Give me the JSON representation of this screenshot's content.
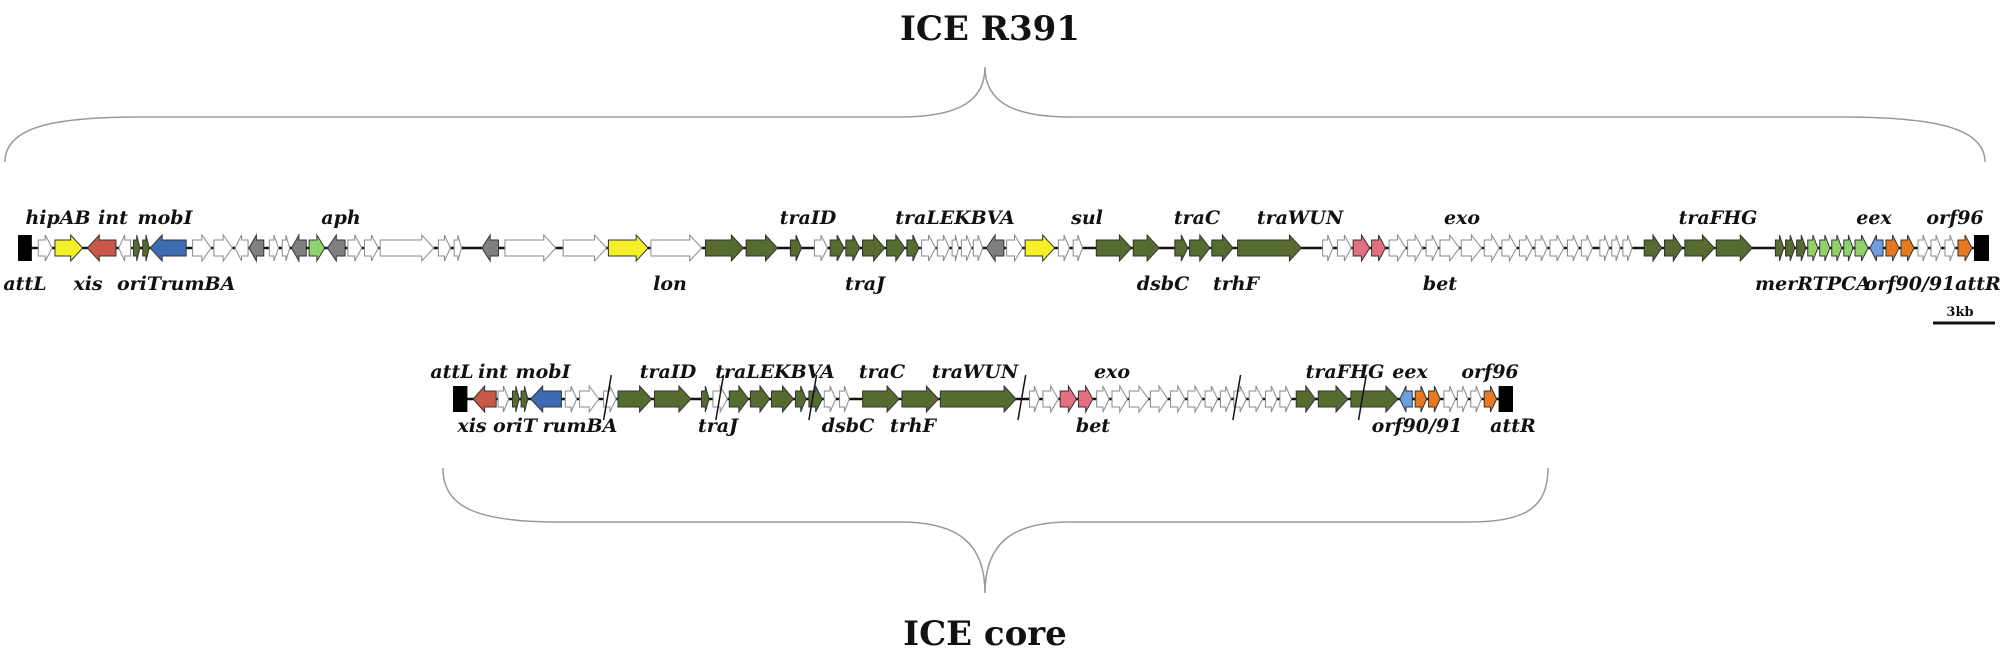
{
  "titles": {
    "top": "ICE R391",
    "bottom": "ICE core"
  },
  "scale_bar": {
    "label": "3kb"
  },
  "colors": {
    "white": "#ffffff",
    "yellow": "#f3f02a",
    "red": "#c95848",
    "blue": "#3d6bb3",
    "green": "#556b2f",
    "gray": "#808080",
    "lightgreen": "#8fd16a",
    "pink": "#e26f82",
    "orange": "#e77a20",
    "lightblue": "#6d9ee0",
    "black": "#000000"
  },
  "maps": [
    {
      "id": "r391",
      "labels": [
        {
          "text": "hipAB",
          "pos": "top"
        },
        {
          "text": "int",
          "pos": "top"
        },
        {
          "text": "mobI",
          "pos": "top"
        },
        {
          "text": "aph",
          "pos": "top"
        },
        {
          "text": "traID",
          "pos": "top"
        },
        {
          "text": "traLEKBVA",
          "pos": "top"
        },
        {
          "text": "sul",
          "pos": "top"
        },
        {
          "text": "traC",
          "pos": "top"
        },
        {
          "text": "traWUN",
          "pos": "top"
        },
        {
          "text": "exo",
          "pos": "top"
        },
        {
          "text": "traFHG",
          "pos": "top"
        },
        {
          "text": "eex",
          "pos": "top"
        },
        {
          "text": "orf96",
          "pos": "top"
        },
        {
          "text": "attL",
          "pos": "bottom"
        },
        {
          "text": "xis",
          "pos": "bottom"
        },
        {
          "text": "oriT",
          "pos": "bottom"
        },
        {
          "text": "rumBA",
          "pos": "bottom"
        },
        {
          "text": "lon",
          "pos": "bottom"
        },
        {
          "text": "traJ",
          "pos": "bottom"
        },
        {
          "text": "dsbC",
          "pos": "bottom"
        },
        {
          "text": "trhF",
          "pos": "bottom"
        },
        {
          "text": "bet",
          "pos": "bottom"
        },
        {
          "text": "merRTPCA",
          "pos": "bottom"
        },
        {
          "text": "orf90/91",
          "pos": "bottom"
        },
        {
          "text": "attR",
          "pos": "bottom"
        }
      ]
    },
    {
      "id": "core",
      "labels": [
        {
          "text": "attL",
          "pos": "top"
        },
        {
          "text": "int",
          "pos": "top"
        },
        {
          "text": "mobI",
          "pos": "top"
        },
        {
          "text": "traID",
          "pos": "top"
        },
        {
          "text": "traLEKBVA",
          "pos": "top"
        },
        {
          "text": "traC",
          "pos": "top"
        },
        {
          "text": "traWUN",
          "pos": "top"
        },
        {
          "text": "exo",
          "pos": "top"
        },
        {
          "text": "traFHG",
          "pos": "top"
        },
        {
          "text": "eex",
          "pos": "top"
        },
        {
          "text": "orf96",
          "pos": "top"
        },
        {
          "text": "xis",
          "pos": "bottom"
        },
        {
          "text": "oriT",
          "pos": "bottom"
        },
        {
          "text": "rumBA",
          "pos": "bottom"
        },
        {
          "text": "traJ",
          "pos": "bottom"
        },
        {
          "text": "dsbC",
          "pos": "bottom"
        },
        {
          "text": "trhF",
          "pos": "bottom"
        },
        {
          "text": "bet",
          "pos": "bottom"
        },
        {
          "text": "orf90/91",
          "pos": "bottom"
        },
        {
          "text": "attR",
          "pos": "bottom"
        }
      ]
    }
  ]
}
